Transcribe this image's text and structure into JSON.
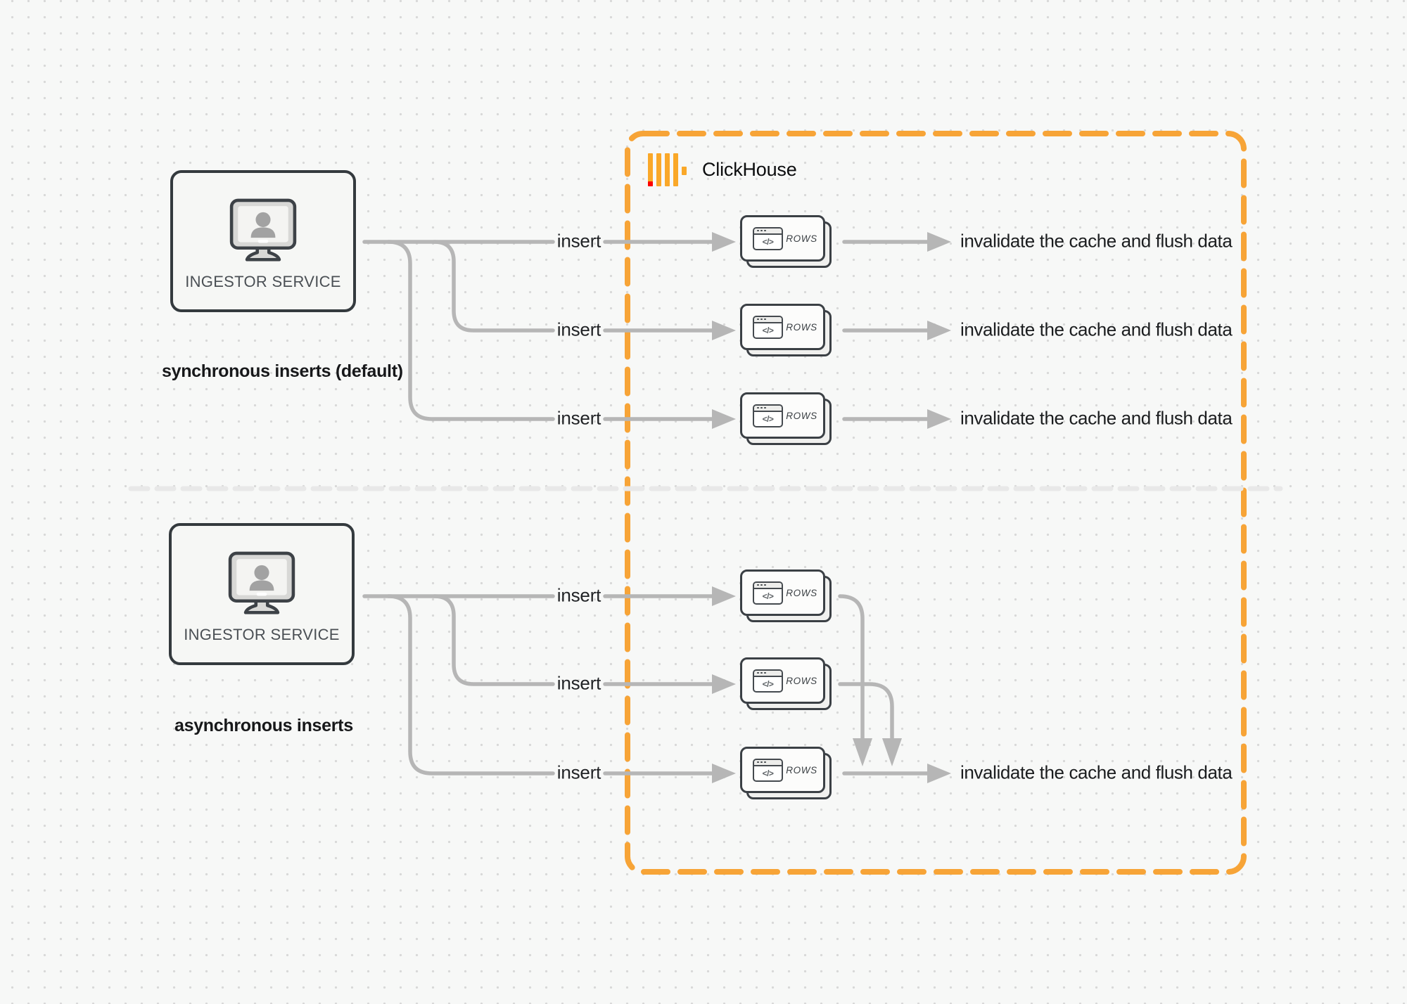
{
  "clickhouse": {
    "name": "ClickHouse"
  },
  "sections": {
    "sync": {
      "caption": "synchronous inserts (default)",
      "box_label": "INGESTOR SERVICE",
      "rows": [
        {
          "insert_label": "insert",
          "result_label": "invalidate the cache and flush data"
        },
        {
          "insert_label": "insert",
          "result_label": "invalidate the cache and flush data"
        },
        {
          "insert_label": "insert",
          "result_label": "invalidate the cache and flush data"
        }
      ]
    },
    "async": {
      "caption": "asynchronous inserts",
      "box_label": "INGESTOR SERVICE",
      "rows": [
        {
          "insert_label": "insert"
        },
        {
          "insert_label": "insert"
        },
        {
          "insert_label": "insert"
        }
      ],
      "result_label": "invalidate the cache and flush data"
    }
  },
  "rows_card": {
    "label": "ROWS",
    "code_glyph": "</>"
  },
  "colors": {
    "accent_orange": "#f7a437",
    "logo_yellow": "#faa829",
    "logo_red": "#fe0000",
    "connector_gray": "#b6b6b6",
    "divider_gray": "#e8e8e8"
  }
}
